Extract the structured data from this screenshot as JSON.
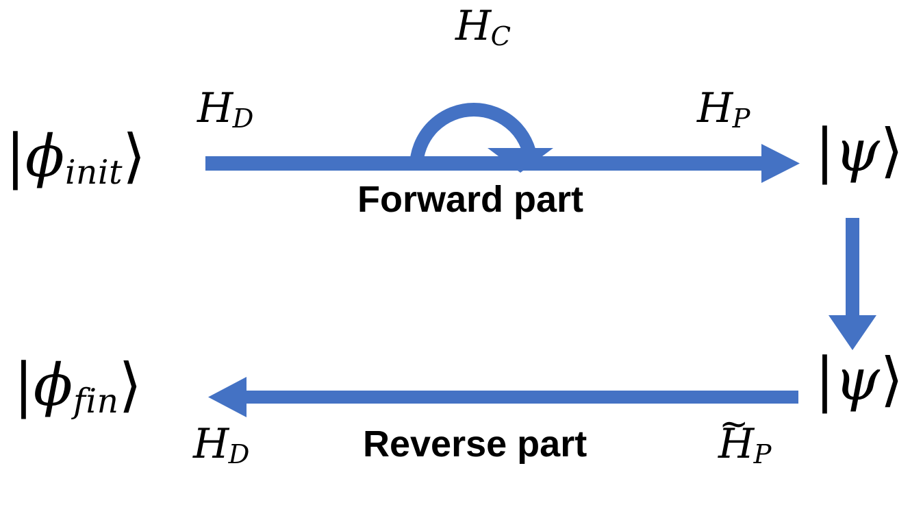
{
  "figure": {
    "type": "flow-diagram",
    "description": "Quantum adiabatic forward and reverse annealing schematic",
    "accent_color": "#4472C4",
    "text_color": "#000000",
    "background_color": "#FFFFFF"
  },
  "forward_row": {
    "start_state": {
      "open_bracket": "|",
      "symbol": "ϕ",
      "subscript": "init",
      "close_bracket": "⟩"
    },
    "start_hamiltonian": {
      "symbol": "H",
      "subscript": "D"
    },
    "catalyst_hamiltonian": {
      "symbol": "H",
      "subscript": "C"
    },
    "end_hamiltonian": {
      "symbol": "H",
      "subscript": "P"
    },
    "end_state": {
      "open_bracket": "|",
      "symbol": "ψ",
      "close_bracket": "⟩"
    },
    "caption": "Forward part"
  },
  "reverse_row": {
    "start_state": {
      "open_bracket": "|",
      "symbol": "ψ",
      "close_bracket": "⟩"
    },
    "start_hamiltonian": {
      "accent": "~",
      "symbol": "H",
      "subscript": "P"
    },
    "end_hamiltonian": {
      "symbol": "H",
      "subscript": "D"
    },
    "end_state": {
      "open_bracket": "|",
      "symbol": "ϕ",
      "subscript": "fin",
      "close_bracket": "⟩"
    },
    "caption": "Reverse part"
  },
  "arrows": {
    "forward": "arrow-right-icon",
    "catalyst": "arrow-arc-down-icon",
    "transfer": "arrow-down-icon",
    "reverse": "arrow-left-icon"
  }
}
